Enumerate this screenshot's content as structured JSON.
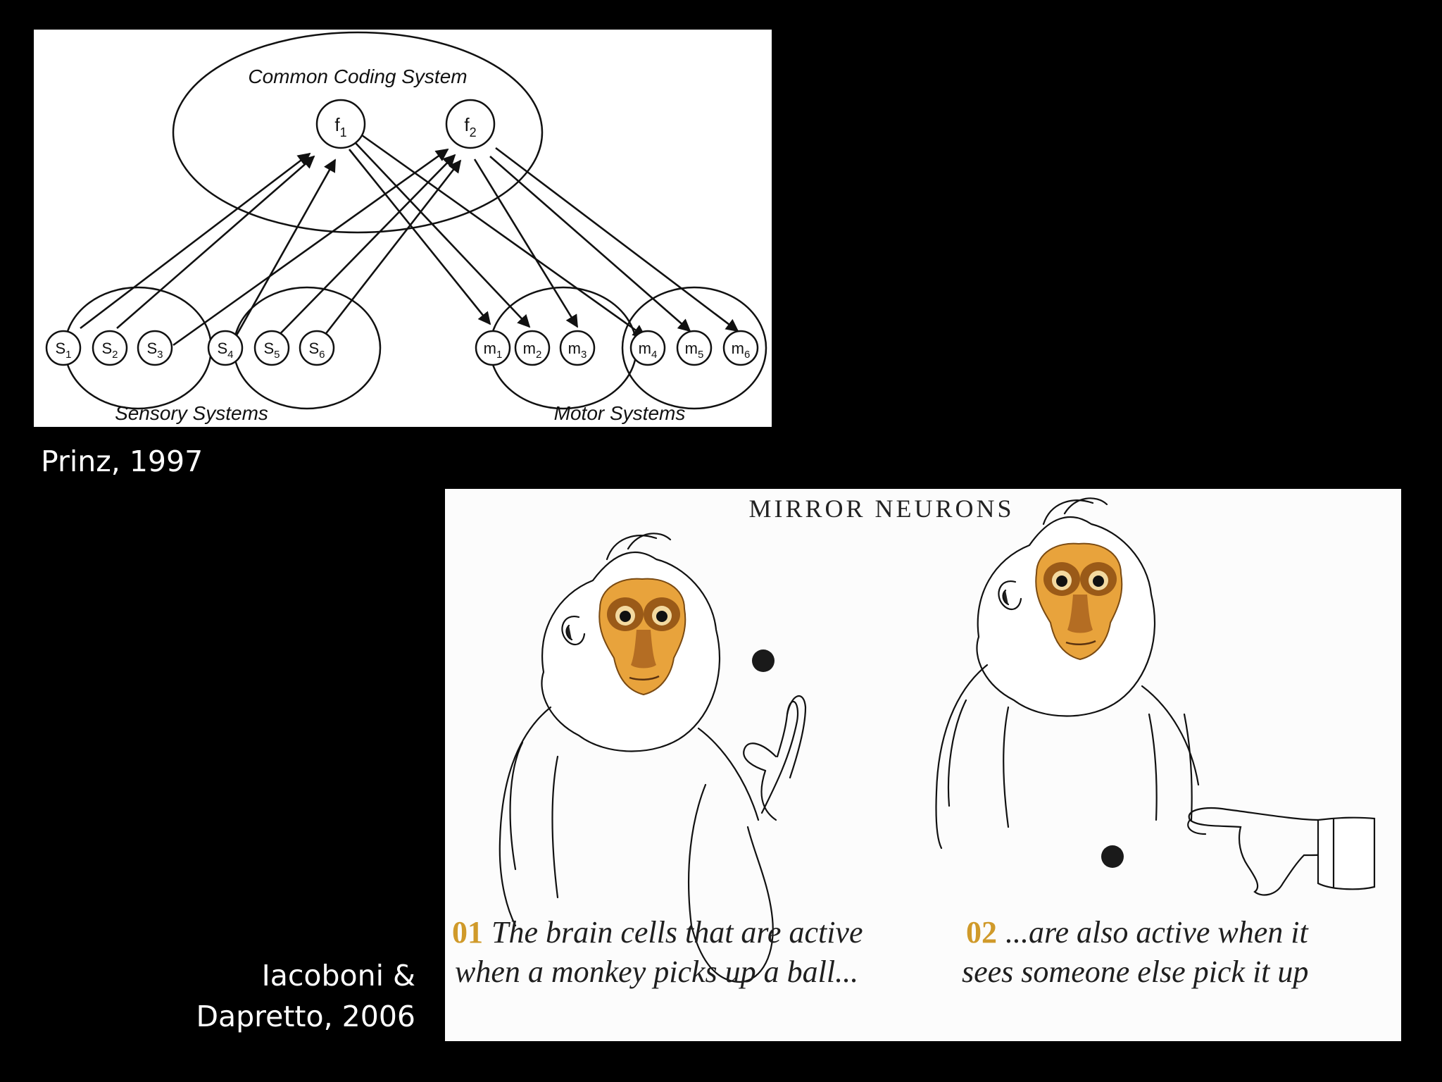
{
  "prinz_figure": {
    "top_label": "Common Coding System",
    "sensory_label": "Sensory Systems",
    "motor_label": "Motor Systems",
    "f_nodes": [
      {
        "base": "f",
        "sub": "1"
      },
      {
        "base": "f",
        "sub": "2"
      }
    ],
    "sensory_nodes": [
      {
        "base": "S",
        "sub": "1"
      },
      {
        "base": "S",
        "sub": "2"
      },
      {
        "base": "S",
        "sub": "3"
      },
      {
        "base": "S",
        "sub": "4"
      },
      {
        "base": "S",
        "sub": "5"
      },
      {
        "base": "S",
        "sub": "6"
      }
    ],
    "motor_nodes": [
      {
        "base": "m",
        "sub": "1"
      },
      {
        "base": "m",
        "sub": "2"
      },
      {
        "base": "m",
        "sub": "3"
      },
      {
        "base": "m",
        "sub": "4"
      },
      {
        "base": "m",
        "sub": "5"
      },
      {
        "base": "m",
        "sub": "6"
      }
    ],
    "caption": "Prinz, 1997"
  },
  "mirror_figure": {
    "title": "MIRROR NEURONS",
    "step1": {
      "number": "01",
      "line1": "The brain cells that are active",
      "line2": "when a monkey picks up a ball..."
    },
    "step2": {
      "number": "02",
      "line1": "...are also active when it",
      "line2": "sees someone else pick it up"
    },
    "caption_line1": "Iacoboni &",
    "caption_line2": "Dapretto, 2006",
    "colors": {
      "face": "#e8a33c",
      "face_dark": "#9a5a18",
      "accent_number": "#d09a2a"
    }
  }
}
